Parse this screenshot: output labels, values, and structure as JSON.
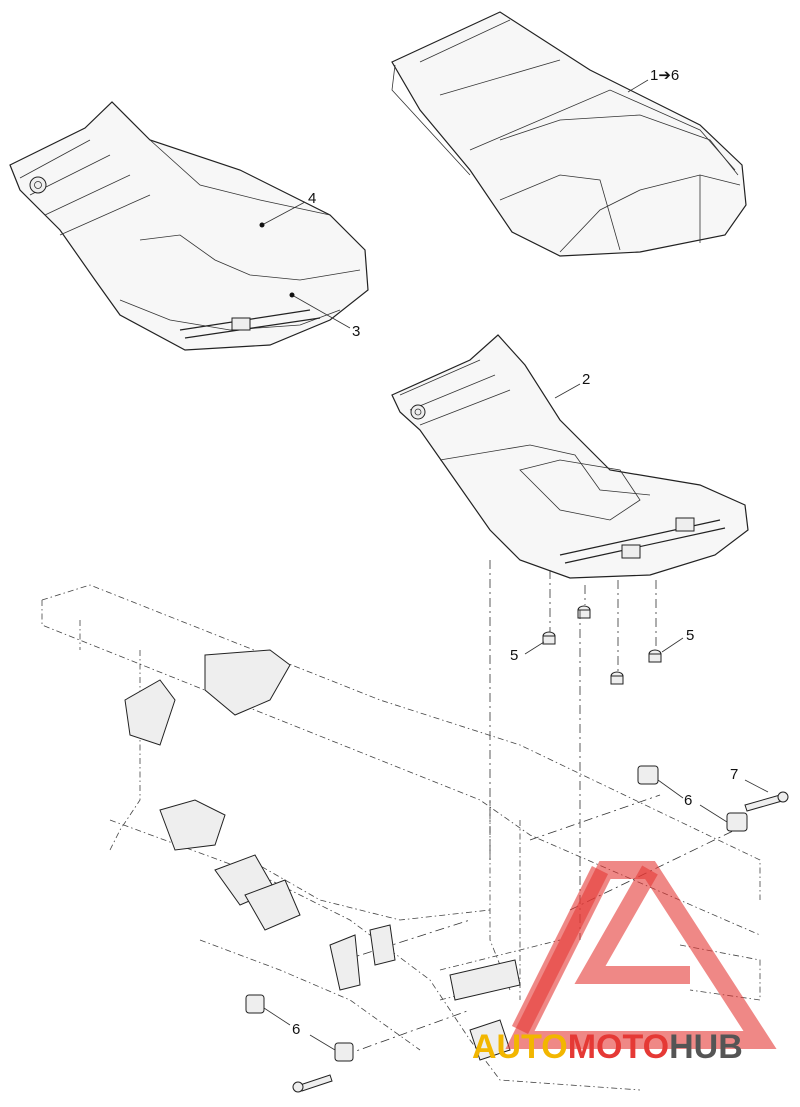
{
  "callouts": {
    "seat_assembly": "1➔6",
    "seat_base": "2",
    "seat_foam": "3",
    "seat_cover": "4",
    "grommet_left": "5",
    "grommet_right": "5",
    "clip_upper": "6",
    "clip_lower": "6",
    "screw": "7"
  },
  "watermark": {
    "part_a": "AUTO",
    "part_b": "MOTO",
    "part_c": "HUB",
    "colors": {
      "auto": "#f2b600",
      "moto": "#e53935",
      "hub": "#555555"
    }
  }
}
